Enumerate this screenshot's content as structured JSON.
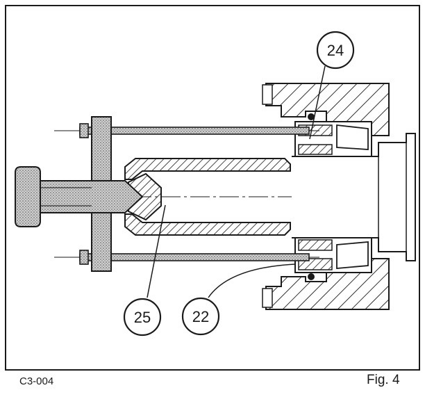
{
  "figure": {
    "code": "C3-004",
    "caption": "Fig. 4"
  },
  "callouts": [
    {
      "id": "24",
      "label": "24"
    },
    {
      "id": "25",
      "label": "25"
    },
    {
      "id": "22",
      "label": "22"
    }
  ],
  "colors": {
    "ink": "#1a1a1a",
    "stipple": "#bdbdbd",
    "background": "#ffffff"
  }
}
